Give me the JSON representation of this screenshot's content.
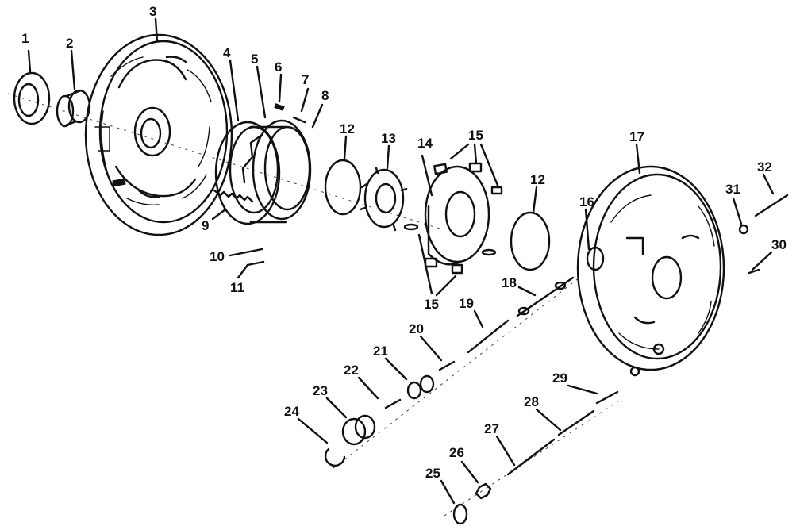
{
  "colors": {
    "ink": "#111111",
    "paper": "#ffffff"
  },
  "callouts": [
    {
      "id": "1",
      "text": "1"
    },
    {
      "id": "2",
      "text": "2"
    },
    {
      "id": "3",
      "text": "3"
    },
    {
      "id": "4",
      "text": "4"
    },
    {
      "id": "5",
      "text": "5"
    },
    {
      "id": "6",
      "text": "6"
    },
    {
      "id": "7",
      "text": "7"
    },
    {
      "id": "8",
      "text": "8"
    },
    {
      "id": "9",
      "text": "9"
    },
    {
      "id": "10",
      "text": "10"
    },
    {
      "id": "11",
      "text": "11"
    },
    {
      "id": "12a",
      "text": "12"
    },
    {
      "id": "12b",
      "text": "12"
    },
    {
      "id": "13",
      "text": "13"
    },
    {
      "id": "14",
      "text": "14"
    },
    {
      "id": "15a",
      "text": "15"
    },
    {
      "id": "15b",
      "text": "15"
    },
    {
      "id": "16",
      "text": "16"
    },
    {
      "id": "17",
      "text": "17"
    },
    {
      "id": "18",
      "text": "18"
    },
    {
      "id": "19",
      "text": "19"
    },
    {
      "id": "20",
      "text": "20"
    },
    {
      "id": "21",
      "text": "21"
    },
    {
      "id": "22",
      "text": "22"
    },
    {
      "id": "23",
      "text": "23"
    },
    {
      "id": "24",
      "text": "24"
    },
    {
      "id": "25",
      "text": "25"
    },
    {
      "id": "26",
      "text": "26"
    },
    {
      "id": "27",
      "text": "27"
    },
    {
      "id": "28",
      "text": "28"
    },
    {
      "id": "29",
      "text": "29"
    },
    {
      "id": "30",
      "text": "30"
    },
    {
      "id": "31",
      "text": "31"
    },
    {
      "id": "32",
      "text": "32"
    }
  ]
}
